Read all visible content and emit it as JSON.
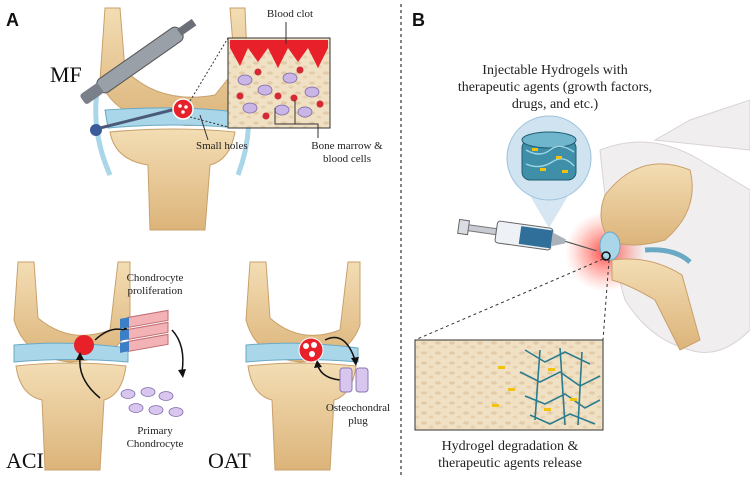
{
  "panel_a": {
    "letter": "A",
    "mf_label": "MF",
    "aci_label": "ACI",
    "oat_label": "OAT",
    "blood_clot": "Blood clot",
    "small_holes": "Small holes",
    "bone_marrow": "Bone marrow &",
    "blood_cells": "blood cells",
    "chondrocyte": "Chondrocyte",
    "proliferation": "proliferation",
    "primary": "Primary",
    "primary_chondrocyte": "Chondrocyte",
    "osteochondral": "Osteochondral",
    "plug": "plug"
  },
  "panel_b": {
    "letter": "B",
    "inj_line1": "Injectable Hydrogels with",
    "inj_line2": "therapeutic agents (growth factors,",
    "inj_line3": "drugs, and etc.)",
    "deg_line1": "Hydrogel degradation &",
    "deg_line2": "therapeutic agents release"
  },
  "colors": {
    "bone": "#ecd2a4",
    "cartilage": "#a9d6e8",
    "clot": "#e8202a",
    "cell": "#c9b6e6",
    "hydrogel": "#3f8fa8"
  }
}
